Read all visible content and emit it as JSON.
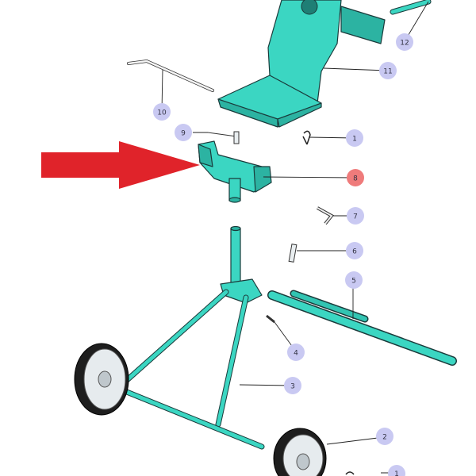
{
  "diagram": {
    "callouts": [
      {
        "id": "1",
        "label": "1"
      },
      {
        "id": "2",
        "label": "2"
      },
      {
        "id": "3",
        "label": "3"
      },
      {
        "id": "4",
        "label": "4"
      },
      {
        "id": "5",
        "label": "5"
      },
      {
        "id": "6",
        "label": "6"
      },
      {
        "id": "7",
        "label": "7"
      },
      {
        "id": "8",
        "label": "8",
        "highlighted": true
      },
      {
        "id": "9",
        "label": "9"
      },
      {
        "id": "10",
        "label": "10"
      },
      {
        "id": "11",
        "label": "11"
      },
      {
        "id": "12",
        "label": "12"
      },
      {
        "id": "13",
        "label": "1"
      }
    ],
    "colors": {
      "part": "#3bd6c2",
      "bubble": "#c9c9f2",
      "highlight_bubble": "#ef7b7b",
      "arrow": "#e0232a",
      "tire": "#1e1e1e"
    },
    "pointer": "red-arrow"
  }
}
